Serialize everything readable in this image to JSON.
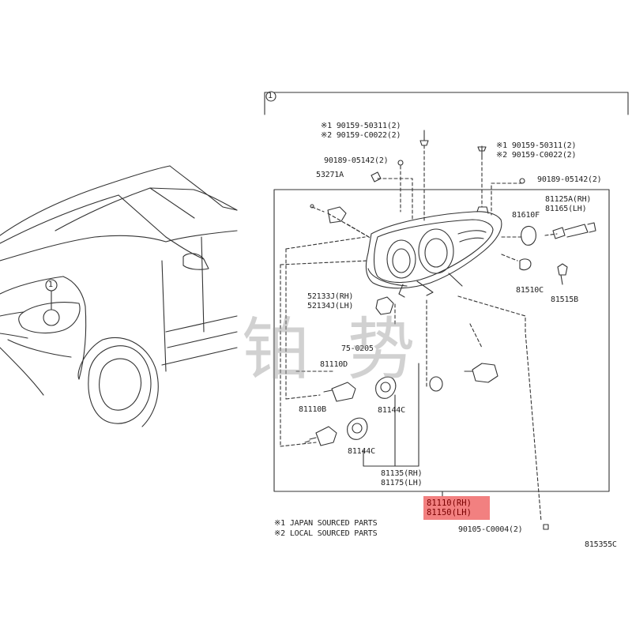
{
  "callout": "1",
  "labels": {
    "l1a": "※1 90159-50311(2)",
    "l1b": "※2 90159-C0022(2)",
    "l2a": "※1 90159-50311(2)",
    "l2b": "※2 90159-C0022(2)",
    "l3": "90189-05142(2)",
    "l4": "90189-05142(2)",
    "l5": "53271A",
    "l6a": "81125A(RH)",
    "l6b": "81165(LH)",
    "l7": "81610F",
    "l8": "81510C",
    "l9": "81515B",
    "l10a": "52133J(RH)",
    "l10b": "52134J(LH)",
    "l11": "75-0205",
    "l12": "81110D",
    "l13": "81110B",
    "l14": "81144C",
    "l15": "81144C",
    "l16a": "81135(RH)",
    "l16b": "81175(LH)",
    "l17": "90105-C0004(2)",
    "hl_a": "81110(RH)",
    "hl_b": "81150(LH)",
    "note1": "※1 JAPAN SOURCED PARTS",
    "note2": "※2 LOCAL SOURCED PARTS",
    "code": "815355C"
  },
  "watermark": "铂 势",
  "colors": {
    "highlight": "#f06a6a",
    "line": "#222222"
  }
}
